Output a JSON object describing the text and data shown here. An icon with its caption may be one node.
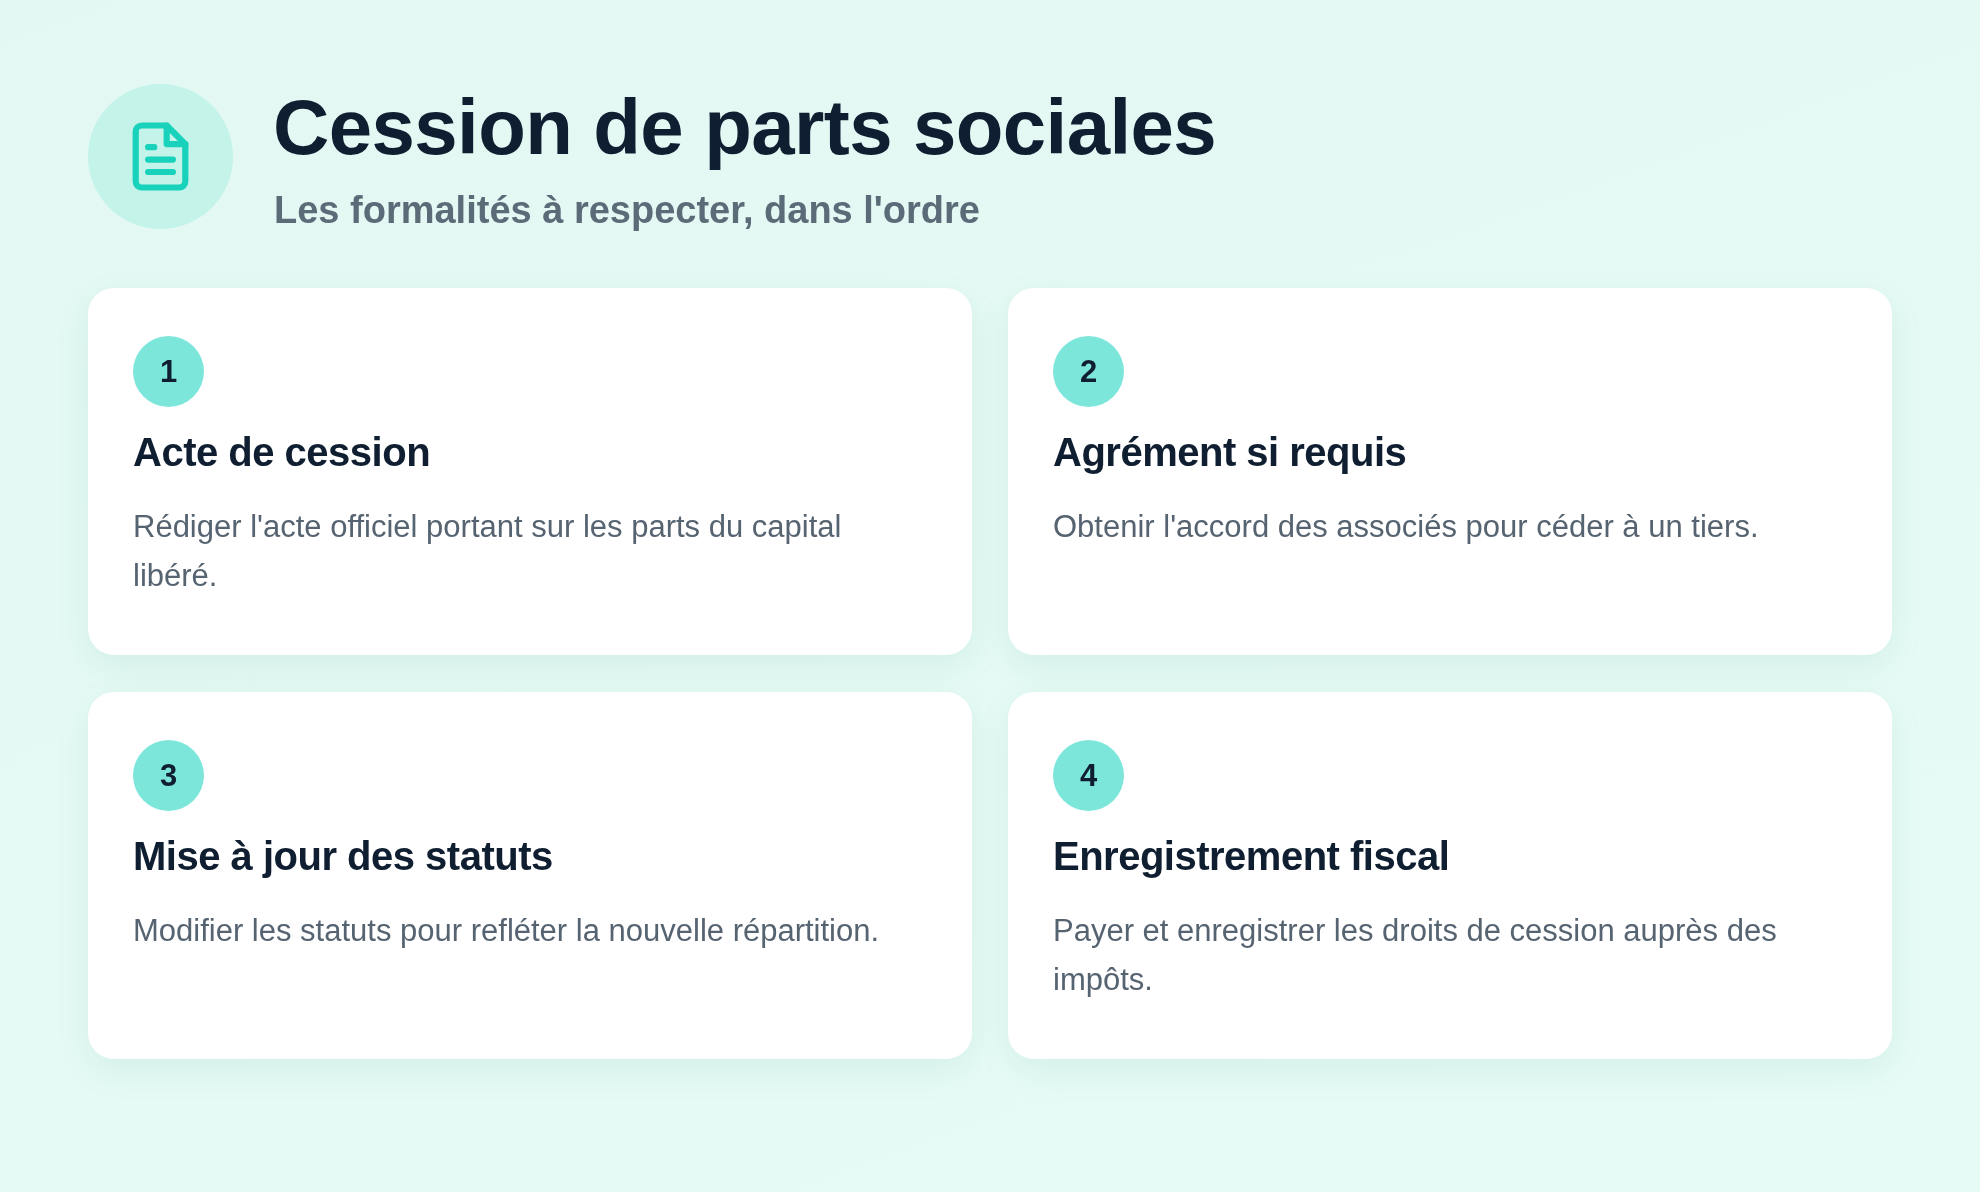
{
  "diagram": {
    "title": "Cession de parts sociales",
    "nodes": [
      {
        "text": [
          "Acte de cession",
          "Rédiger l'acte officiel portant sur les parts du capital libéré."
        ]
      },
      {
        "text": [
          "1"
        ],
        "in": 0
      },
      {
        "text": [
          "Agrément si requis",
          "Obtenir l'accord des associés pour céder à un tiers."
        ]
      },
      {
        "text": [
          "2"
        ],
        "in": 2
      },
      {
        "text": [
          "Mise à jour des statuts",
          "Modifier les statuts pour refléter la nouvelle répartition."
        ]
      },
      {
        "text": [
          "3"
        ],
        "in": 4
      },
      {
        "text": [
          "Enregistrement fiscal",
          "Payer et enregistrer les droits de cession auprès des impôts."
        ]
      },
      {
        "text": [
          "4"
        ],
        "in": 6
      }
    ],
    "labels": [
      "Les formalités à respecter, dans l'ordre"
    ]
  }
}
